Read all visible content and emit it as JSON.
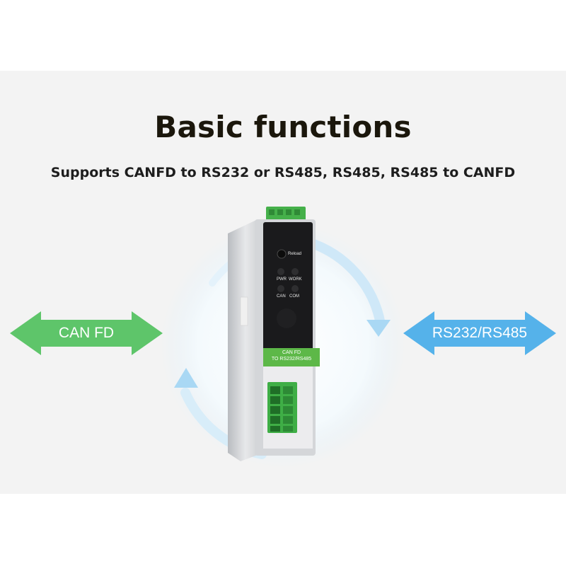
{
  "header": {
    "title": "Basic functions",
    "subtitle": "Supports CANFD to RS232 or RS485, RS485, RS485 to CANFD"
  },
  "arrows": {
    "left_label": "CAN FD",
    "left_color": "#5ec56a",
    "right_label": "RS232/RS485",
    "right_color": "#55b2ea"
  },
  "device": {
    "reload_label": "Reload",
    "led_pwr": "PWR",
    "led_work": "WORK",
    "led_can": "CAN",
    "led_com": "COM",
    "badge_line1": "CAN FD",
    "badge_line2": "TO RS232/RS485",
    "badge_color": "#5db848"
  }
}
